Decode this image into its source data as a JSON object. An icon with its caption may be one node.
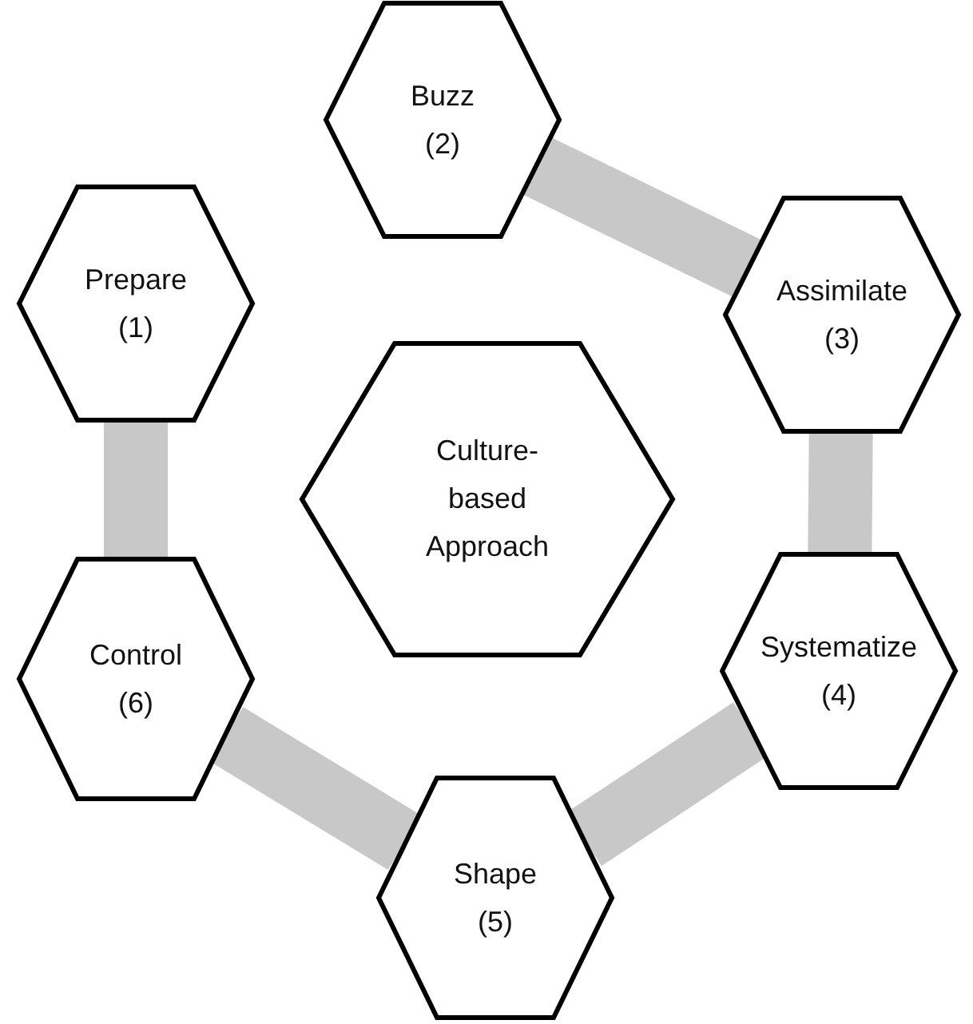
{
  "diagram": {
    "nodes": [
      {
        "text": [
          "Prepare (1)"
        ]
      },
      {
        "text": [
          "Buzz (2)"
        ]
      },
      {
        "text": [
          "Assimilate (3)"
        ]
      },
      {
        "text": [
          "Systematize (4)"
        ]
      },
      {
        "text": [
          "Shape (5)"
        ]
      },
      {
        "text": [
          "Control (6)"
        ]
      },
      {
        "text": [
          "Culture-based Approach"
        ]
      }
    ],
    "edges": [
      {
        "from": 1,
        "to": 2,
        "arrow": "none"
      },
      {
        "from": 2,
        "to": 3,
        "arrow": "none"
      },
      {
        "from": 3,
        "to": 4,
        "arrow": "none"
      },
      {
        "from": 4,
        "to": 5,
        "arrow": "none"
      },
      {
        "from": 5,
        "to": 0,
        "arrow": "none"
      }
    ]
  }
}
